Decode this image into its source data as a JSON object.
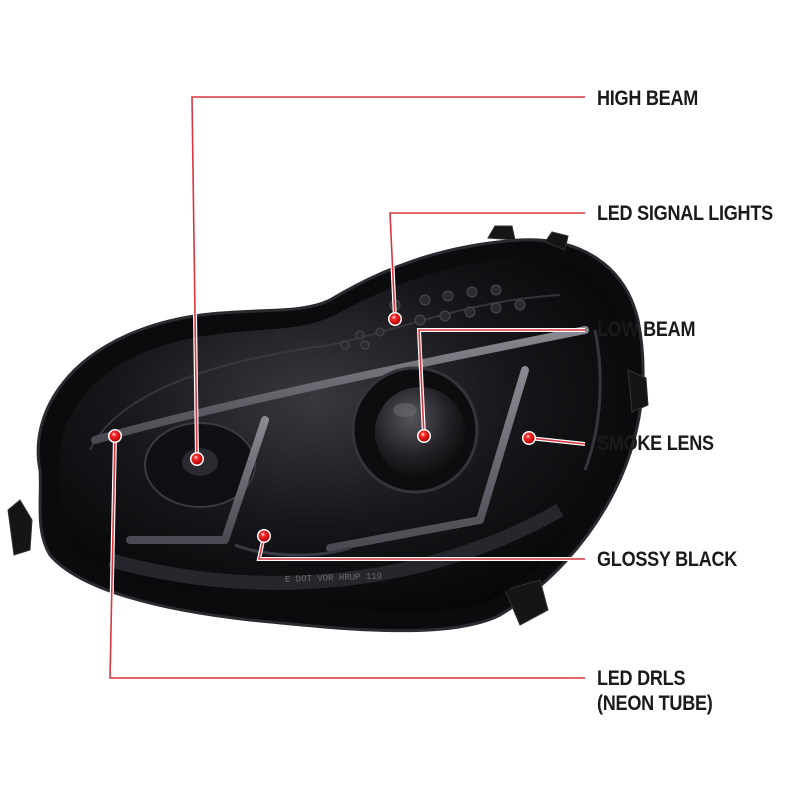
{
  "accent_color": "#d9363e",
  "callouts": [
    {
      "id": "high-beam",
      "label": "HIGH BEAM"
    },
    {
      "id": "led-signal-lights",
      "label": "LED SIGNAL LIGHTS"
    },
    {
      "id": "low-beam",
      "label": "LOW BEAM"
    },
    {
      "id": "smoke-lens",
      "label": "SMOKE LENS"
    },
    {
      "id": "glossy-black",
      "label": "GLOSSY BLACK"
    },
    {
      "id": "led-drls",
      "label": "LED DRLS",
      "label_line2": "(NEON TUBE)"
    }
  ],
  "housing_marking": "E DOT VOR HRUP 119"
}
